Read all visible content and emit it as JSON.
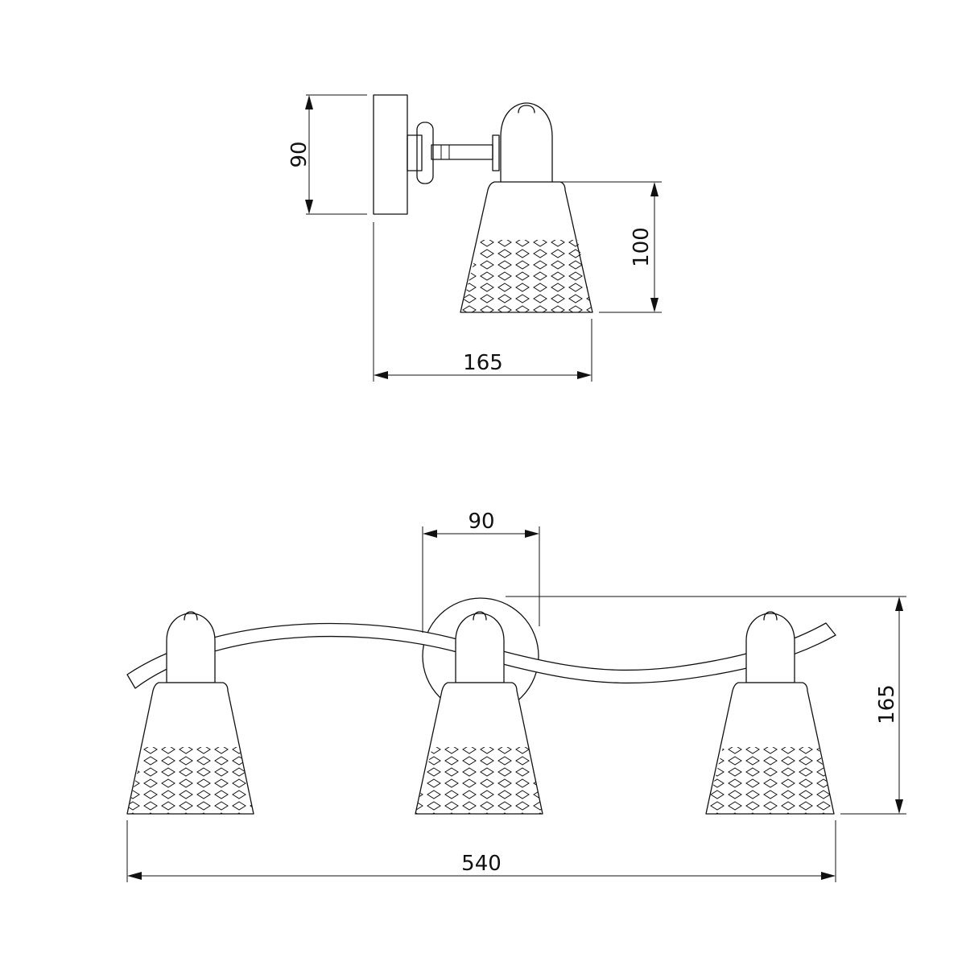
{
  "colors": {
    "line": "#111111",
    "background": "#ffffff"
  },
  "side_view": {
    "dims": {
      "base_height": "90",
      "shade_height": "100",
      "projection": "165"
    }
  },
  "front_view": {
    "lamp_count": 3,
    "dims": {
      "base_width": "90",
      "total_height": "165",
      "total_width": "540"
    }
  }
}
